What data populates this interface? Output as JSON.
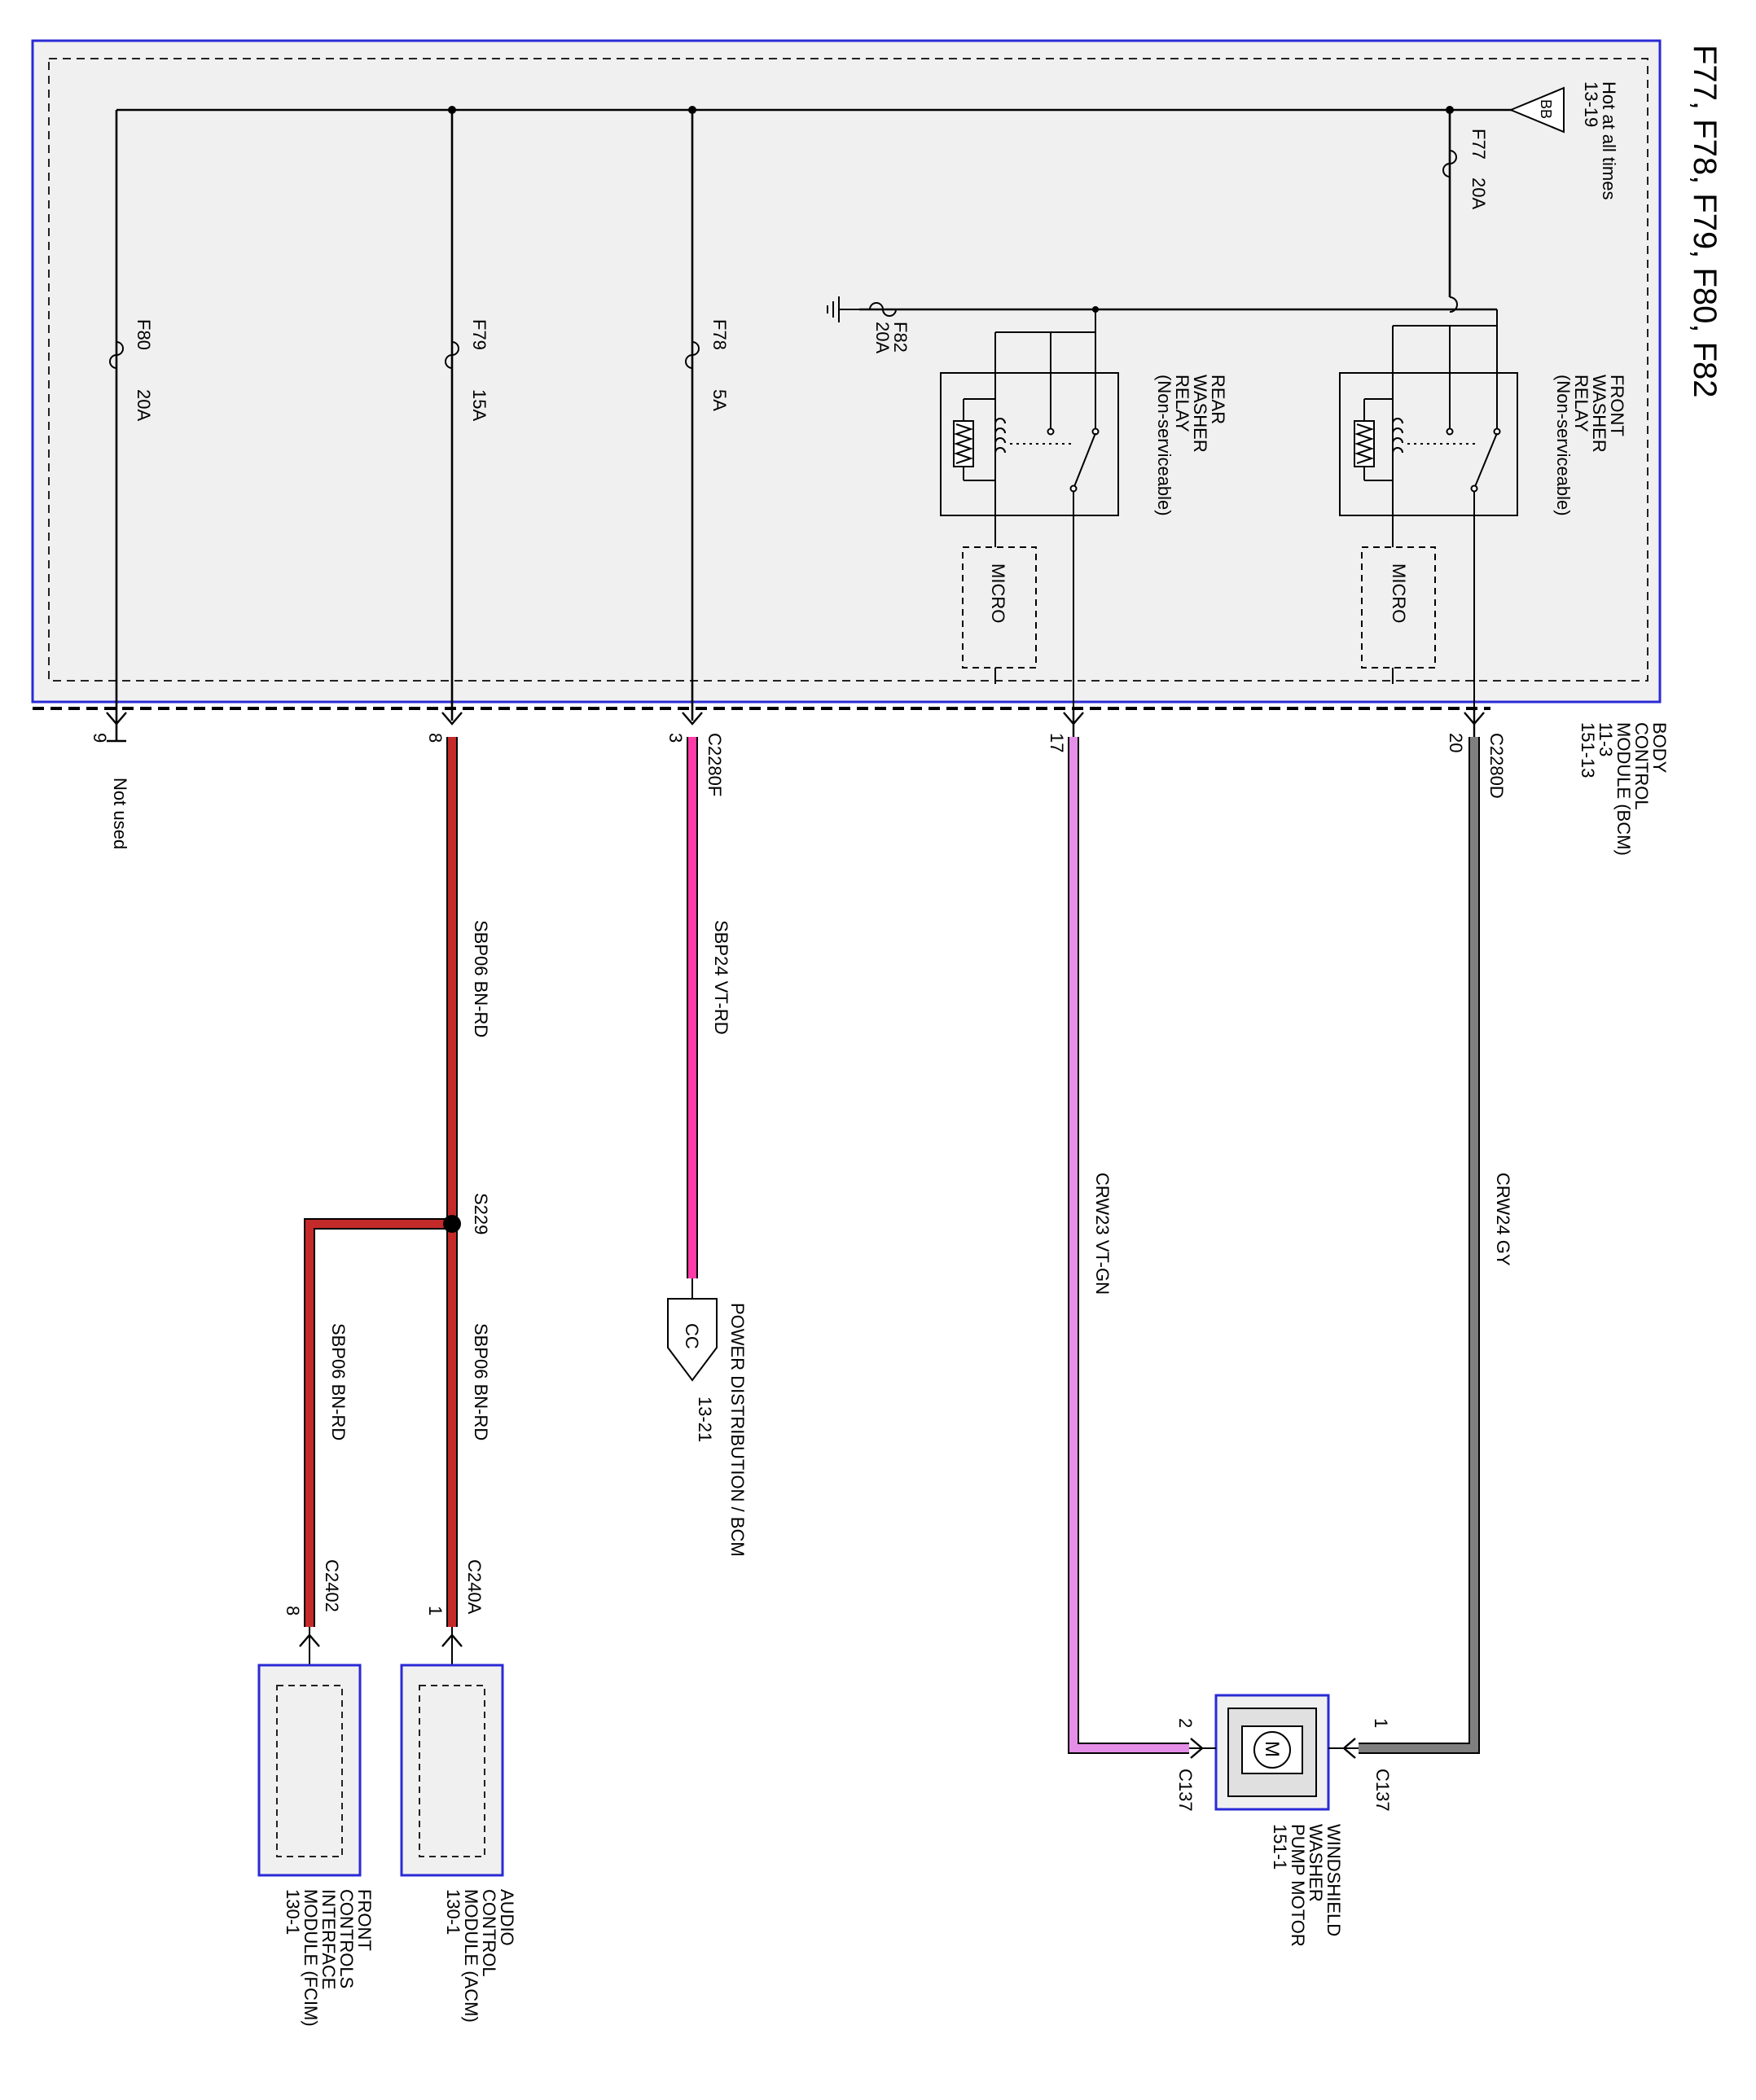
{
  "title": "F77, F78, F79, F80, F82",
  "colors": {
    "module_border": "#2a2ad6",
    "module_fill": "#f0f0f0",
    "bn_rd": "#c42a2a",
    "vt_rd": "#ff3ba7",
    "vt_gn": "#e58ee8",
    "gy": "#7f7f7f"
  },
  "source": {
    "label": "Hot at all times",
    "page": "13-19",
    "connector": "BB"
  },
  "fuses": {
    "f77": {
      "name": "F77",
      "rating": "20A"
    },
    "f78": {
      "name": "F78",
      "rating": "5A"
    },
    "f79": {
      "name": "F79",
      "rating": "15A"
    },
    "f80": {
      "name": "F80",
      "rating": "20A"
    },
    "f82": {
      "name": "F82",
      "rating": "20A"
    }
  },
  "relays": {
    "front": {
      "l1": "FRONT",
      "l2": "WASHER",
      "l3": "RELAY",
      "l4": "(Non-serviceable)"
    },
    "rear": {
      "l1": "REAR",
      "l2": "WASHER",
      "l3": "RELAY",
      "l4": "(Non-serviceable)"
    },
    "micro": "MICRO"
  },
  "bcm": {
    "l1": "BODY",
    "l2": "CONTROL",
    "l3": "MODULE (BCM)",
    "l4": "11-3",
    "l5": "151-13"
  },
  "connectors": {
    "c2280d": "C2280D",
    "c2280f": "C2280F",
    "c137": "C137",
    "c240a": "C240A",
    "c2402": "C2402"
  },
  "pins": {
    "p20": "20",
    "p17": "17",
    "p3": "3",
    "p8": "8",
    "p9": "9",
    "p1": "1",
    "p2": "2",
    "p1a": "1",
    "p8a": "8"
  },
  "not_used": "Not used",
  "wires": {
    "crw24": "CRW24  GY",
    "crw23": "CRW23  VT-GN",
    "sbp24": "SBP24  VT-RD",
    "sbp06": "SBP06  BN-RD"
  },
  "splice": "S229",
  "power_dist": {
    "connector": "CC",
    "label": "POWER DISTRIBUTION / BCM",
    "page": "13-21"
  },
  "motor": {
    "symbol": "M",
    "l1": "WINDSHIELD",
    "l2": "WASHER",
    "l3": "PUMP MOTOR",
    "l4": "151-1"
  },
  "acm": {
    "l1": "AUDIO",
    "l2": "CONTROL",
    "l3": "MODULE (ACM)",
    "l4": "130-1"
  },
  "fcim": {
    "l1": "FRONT",
    "l2": "CONTROLS",
    "l3": "INTERFACE",
    "l4": "MODULE (FCIM)",
    "l5": "130-1"
  }
}
